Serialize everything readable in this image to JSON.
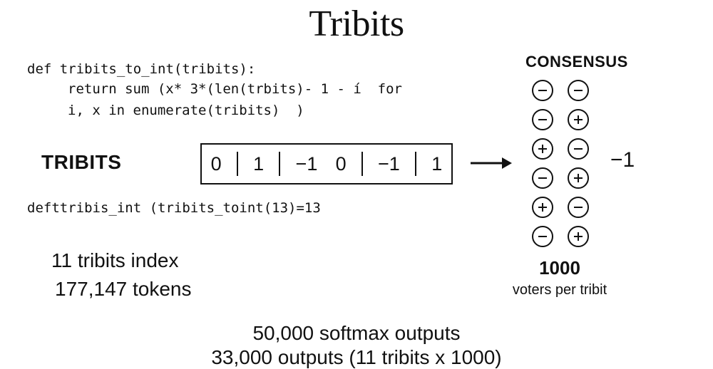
{
  "title": "Tribits",
  "code": {
    "line1": "def tribits_to_int(tribits):",
    "line2": "return sum (x* 3*(len(trbits)- 1 - í  for",
    "line3": "i, x in enumerate(tribits)  )",
    "example": "defttribis_int (tribits_toint(13)=13"
  },
  "tribits_label": "TRIBITS",
  "sequence": [
    "0",
    "1",
    "−1",
    "0",
    "−1",
    "1"
  ],
  "consensus": {
    "label": "CONSENSUS",
    "votes": [
      [
        "minus",
        "minus"
      ],
      [
        "minus",
        "plus"
      ],
      [
        "plus",
        "minus"
      ],
      [
        "minus",
        "plus"
      ],
      [
        "plus",
        "minus"
      ],
      [
        "minus",
        "plus"
      ]
    ],
    "result": "−1",
    "voters_count": "1000",
    "voters_label": "voters per tribit"
  },
  "stats": {
    "index": "11 tribits index",
    "tokens": "177,147 tokens"
  },
  "softmax": "50,000 softmax outputs",
  "cutoff_line": "33,000 outputs (11 tribits x 1000)"
}
